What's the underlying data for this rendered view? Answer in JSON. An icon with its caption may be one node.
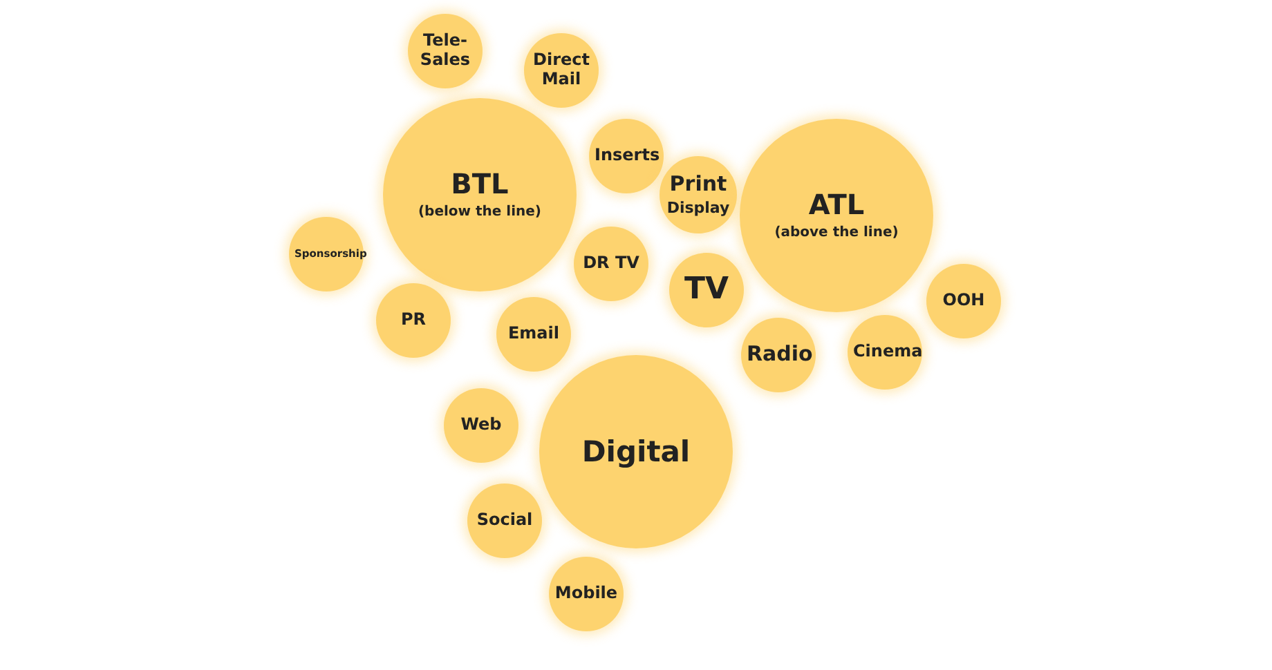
{
  "diagram": {
    "nodes": [
      {
        "text": [
          "Tele-Sales"
        ]
      },
      {
        "text": [
          "Direct Mail"
        ]
      },
      {
        "text": [
          "Inserts"
        ]
      },
      {
        "text": [
          "BTL",
          "(below the line)"
        ]
      },
      {
        "text": [
          "Print",
          "Display"
        ]
      },
      {
        "text": [
          "ATL",
          "(above the line)"
        ]
      },
      {
        "text": [
          "Sponsorship"
        ]
      },
      {
        "text": [
          "DR TV"
        ]
      },
      {
        "text": [
          "TV"
        ]
      },
      {
        "text": [
          "OOH"
        ]
      },
      {
        "text": [
          "PR"
        ]
      },
      {
        "text": [
          "Email"
        ]
      },
      {
        "text": [
          "Radio"
        ]
      },
      {
        "text": [
          "Cinema"
        ]
      },
      {
        "text": [
          "Web"
        ]
      },
      {
        "text": [
          "Digital"
        ]
      },
      {
        "text": [
          "Social"
        ]
      },
      {
        "text": [
          "Mobile"
        ]
      }
    ],
    "edges": []
  }
}
